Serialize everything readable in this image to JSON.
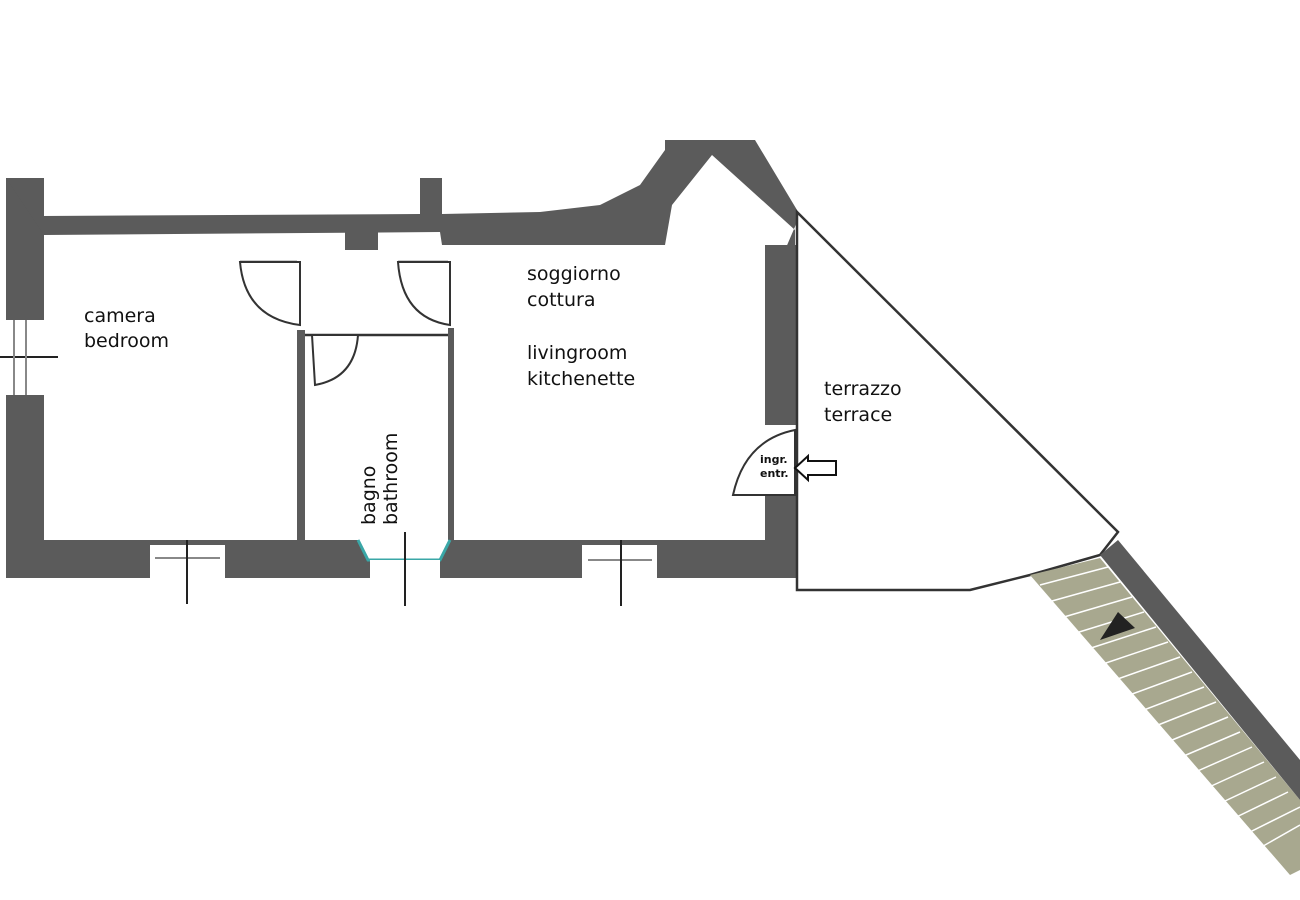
{
  "rooms": {
    "bedroom": {
      "line1": "camera",
      "line2": "bedroom"
    },
    "living": {
      "line1": "soggiorno",
      "line2": "cottura",
      "line3": "livingroom",
      "line4": "kitchenette"
    },
    "bathroom": {
      "line1": "bagno",
      "line2": "bathroom"
    },
    "terrace": {
      "line1": "terrazzo",
      "line2": "terrace"
    }
  },
  "entrance": {
    "line1": "ingr.",
    "line2": "entr."
  },
  "colors": {
    "wall": "#5b5b5b",
    "stairs": "#a8a88f",
    "window_frame": "#3aa7a7"
  }
}
